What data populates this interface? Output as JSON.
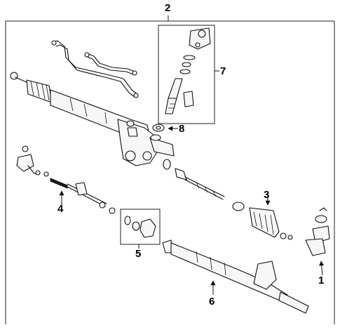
{
  "diagram": {
    "callouts": {
      "c1": "1",
      "c2": "2",
      "c3": "3",
      "c4": "4",
      "c5": "5",
      "c6": "6",
      "c7": "7",
      "c8": "8"
    },
    "line_color": "#111111",
    "background": "#ffffff",
    "icons": [
      "arrow-icon"
    ]
  }
}
